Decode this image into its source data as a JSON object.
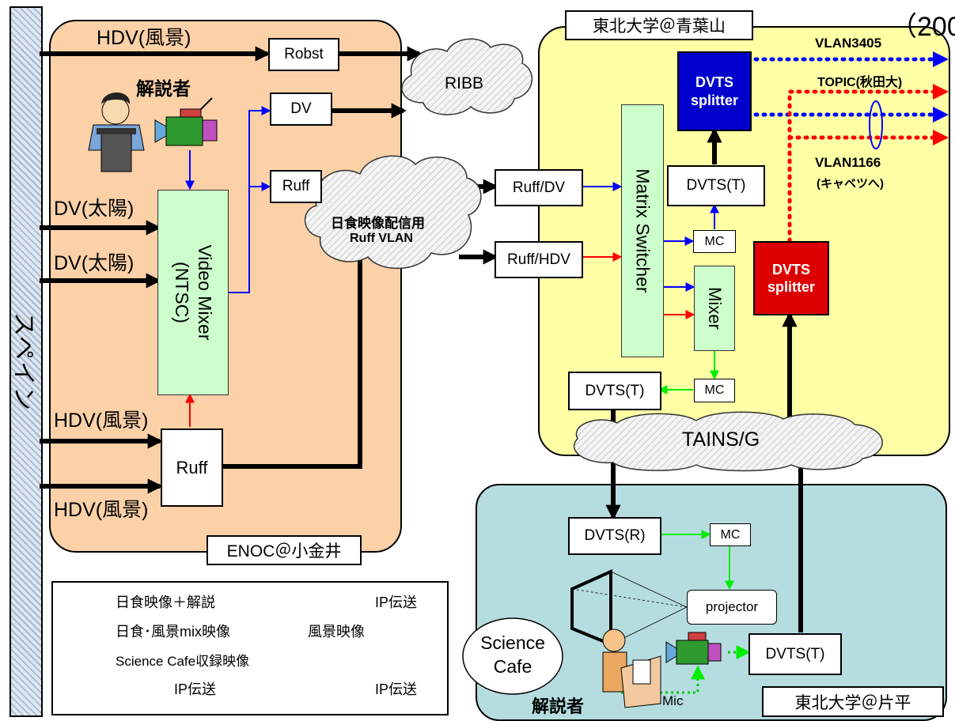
{
  "year_fragment": "（200",
  "spain_bar": "スペイン",
  "regions": {
    "enoc": "ENOC＠小金井",
    "tohoku_aoba": "東北大学＠青葉山",
    "tohoku_katahira": "東北大学＠片平"
  },
  "inputs": {
    "hdv_top": "HDV(風景)",
    "dv1": "DV(太陽)",
    "dv2": "DV(太陽)",
    "hdv_mid": "HDV(風景)",
    "hdv_bottom": "HDV(風景)"
  },
  "commentator_top": "解説者",
  "commentator_bottom": "解説者",
  "boxes": {
    "robst": "Robst",
    "dv": "DV",
    "ruff_top": "Ruff",
    "ruff_bottom": "Ruff",
    "ruff_dv": "Ruff/DV",
    "ruff_hdv": "Ruff/HDV",
    "dvts_t_top": "DVTS(T)",
    "mc1": "MC",
    "mc2": "MC",
    "mc3": "MC",
    "dvts_t_mid": "DVTS(T)",
    "dvts_r": "DVTS(R)",
    "projector": "projector",
    "dvts_t_bottom": "DVTS(T)"
  },
  "video_mixer": {
    "line1": "Video Mixer",
    "line2": "(NTSC)"
  },
  "matrix_switcher": "Matrix Switcher",
  "mixer": "Mixer",
  "splitter_blue": {
    "line1": "DVTS",
    "line2": "splitter"
  },
  "splitter_red": {
    "line1": "DVTS",
    "line2": "splitter"
  },
  "clouds": {
    "ribb": "RIBB",
    "ruff_vlan_line1": "日食映像配信用",
    "ruff_vlan_line2": "Ruff VLAN",
    "tains": "TAINS/G"
  },
  "vlans": {
    "vlan3405": "VLAN3405",
    "topic": "TOPIC(秋田大)",
    "vlan1166": "VLAN1166",
    "cabbage": "(キャベツへ)"
  },
  "science_cafe": {
    "line1": "Science",
    "line2": "Cafe"
  },
  "mic": "Mic",
  "legend": {
    "blue": "日食映像＋解説",
    "black": "IP伝送",
    "green": "日食･風景mix映像",
    "red": "風景映像",
    "green_dotted": "Science Cafe収録映像",
    "blue_dotted": "IP伝送",
    "red_dotted": "IP伝送"
  },
  "colors": {
    "enoc_bg": "#fcd1a8",
    "aoba_bg": "#ffffa5",
    "katahira_bg": "#b5dde0",
    "blue": "#0000ff",
    "green": "#00ee00",
    "red": "#ff0000",
    "splitter_blue": "#0000cc",
    "splitter_red": "#dd0000"
  }
}
